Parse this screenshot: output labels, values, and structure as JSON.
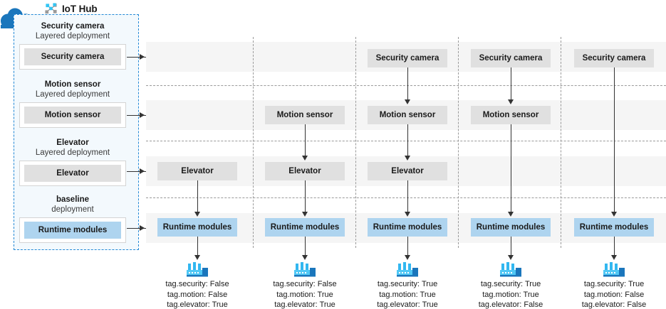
{
  "hub": {
    "title": "IoT Hub",
    "icon": "iot-hub-icon",
    "cloud_icon": "cloud-icon",
    "cloud_color": "#1a76bc",
    "panel_border_color": "#2489d6",
    "deployments": [
      {
        "name": "Security camera",
        "type": "Layered deployment",
        "module": "Security camera",
        "style": "gray"
      },
      {
        "name": "Motion sensor",
        "type": "Layered deployment",
        "module": "Motion sensor",
        "style": "gray"
      },
      {
        "name": "Elevator",
        "type": "Layered deployment",
        "module": "Elevator",
        "style": "gray"
      },
      {
        "name": "baseline",
        "type": "deployment",
        "module": "Runtime modules",
        "style": "blue"
      }
    ]
  },
  "grid": {
    "row_labels": [
      "Security camera",
      "Motion sensor",
      "Elevator",
      "Runtime modules"
    ],
    "accent_blue": "#aed4ef",
    "module_gray": "#e0e0e0",
    "band_gray": "#f5f5f5",
    "devices": [
      {
        "device_icon": "factory-icon",
        "modules": [
          null,
          null,
          "Elevator",
          "Runtime modules"
        ],
        "tags": [
          "tag.security: False",
          "tag.motion: False",
          "tag.elevator: True"
        ]
      },
      {
        "device_icon": "factory-icon",
        "modules": [
          null,
          "Motion sensor",
          "Elevator",
          "Runtime modules"
        ],
        "tags": [
          "tag.security: False",
          "tag.motion: True",
          "tag.elevator: True"
        ]
      },
      {
        "device_icon": "factory-icon",
        "modules": [
          "Security camera",
          "Motion sensor",
          "Elevator",
          "Runtime modules"
        ],
        "tags": [
          "tag.security: True",
          "tag.motion: True",
          "tag.elevator: True"
        ]
      },
      {
        "device_icon": "factory-icon",
        "modules": [
          "Security camera",
          "Motion sensor",
          null,
          "Runtime modules"
        ],
        "tags": [
          "tag.security: True",
          "tag.motion: True",
          "tag.elevator: False"
        ]
      },
      {
        "device_icon": "factory-icon",
        "modules": [
          "Security camera",
          null,
          null,
          "Runtime modules"
        ],
        "tags": [
          "tag.security: True",
          "tag.motion: False",
          "tag.elevator: False"
        ]
      }
    ]
  }
}
